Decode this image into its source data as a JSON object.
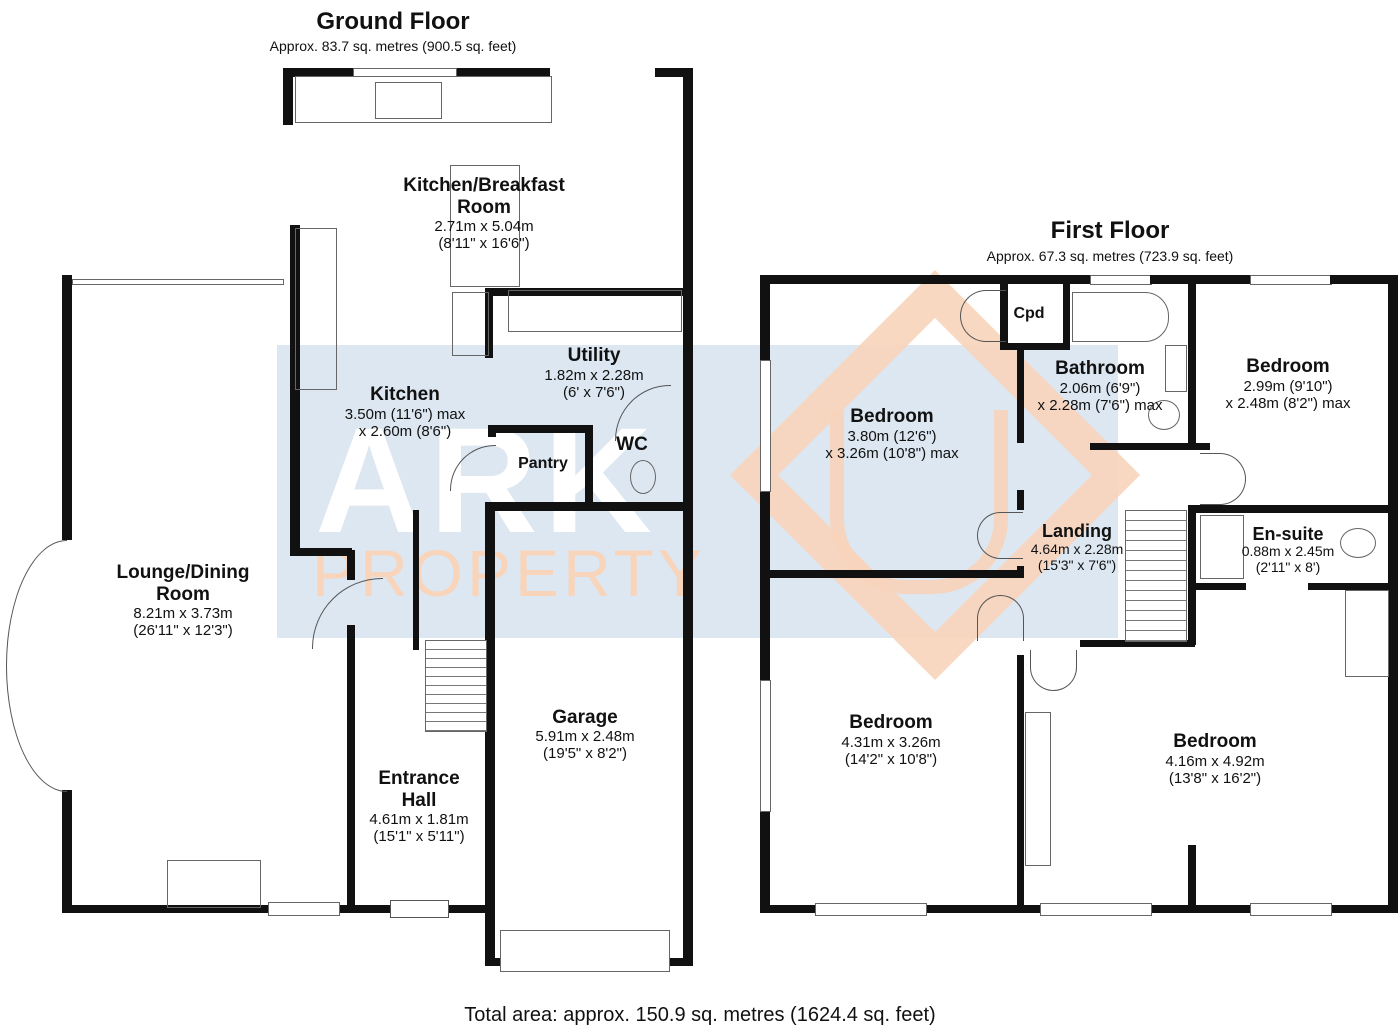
{
  "ground_floor": {
    "title": "Ground Floor",
    "area": "Approx. 83.7 sq. metres (900.5 sq. feet)",
    "rooms": [
      {
        "name": "Kitchen/Breakfast Room",
        "name_l1": "Kitchen/Breakfast",
        "name_l2": "Room",
        "dim1": "2.71m x 5.04m",
        "dim2": "(8'11\" x 16'6\")"
      },
      {
        "name": "Utility",
        "dim1": "1.82m x 2.28m",
        "dim2": "(6' x 7'6\")"
      },
      {
        "name": "Kitchen",
        "dim1": "3.50m (11'6\") max",
        "dim2": "x 2.60m (8'6\")"
      },
      {
        "name": "Pantry"
      },
      {
        "name": "WC"
      },
      {
        "name": "Lounge/Dining Room",
        "name_l1": "Lounge/Dining",
        "name_l2": "Room",
        "dim1": "8.21m x 3.73m",
        "dim2": "(26'11\" x 12'3\")"
      },
      {
        "name": "Garage",
        "dim1": "5.91m x 2.48m",
        "dim2": "(19'5\" x 8'2\")"
      },
      {
        "name": "Entrance Hall",
        "name_l1": "Entrance",
        "name_l2": "Hall",
        "dim1": "4.61m x 1.81m",
        "dim2": "(15'1\" x 5'11\")"
      }
    ]
  },
  "first_floor": {
    "title": "First Floor",
    "area": "Approx. 67.3 sq. metres (723.9 sq. feet)",
    "rooms": [
      {
        "name": "Cpd"
      },
      {
        "name": "Bathroom",
        "dim1": "2.06m (6'9\")",
        "dim2": "x 2.28m (7'6\") max"
      },
      {
        "name": "Bedroom",
        "dim1": "2.99m (9'10\")",
        "dim2": "x 2.48m (8'2\") max"
      },
      {
        "name": "Bedroom",
        "dim1": "3.80m (12'6\")",
        "dim2": "x 3.26m (10'8\") max"
      },
      {
        "name": "Landing",
        "dim1": "4.64m x 2.28m",
        "dim2": "(15'3\" x 7'6\")"
      },
      {
        "name": "En-suite",
        "dim1": "0.88m x 2.45m",
        "dim2": "(2'11\" x 8')"
      },
      {
        "name": "Bedroom",
        "dim1": "4.31m x 3.26m",
        "dim2": "(14'2\" x 10'8\")"
      },
      {
        "name": "Bedroom",
        "dim1": "4.16m x 4.92m",
        "dim2": "(13'8\" x 16'2\")"
      }
    ]
  },
  "total_area": "Total area: approx. 150.9 sq. metres (1624.4 sq. feet)",
  "watermark": {
    "line1": "ARK",
    "line2": "PROPERTY",
    "blue": "#dbe6f0",
    "orange": "#f6c9a8"
  }
}
